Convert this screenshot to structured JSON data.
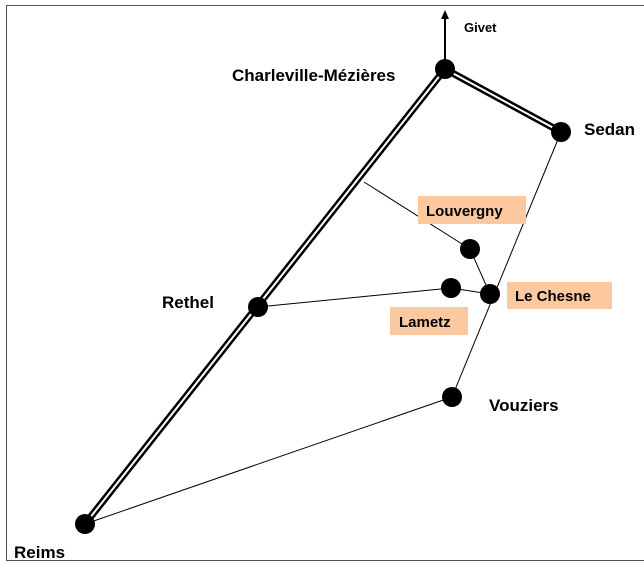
{
  "map": {
    "colors": {
      "background": "#ffffff",
      "road": "#000000",
      "highlight_box": "#fbc8a0",
      "node": "#000000"
    },
    "labels": {
      "givet": "Givet",
      "charleville": "Charleville-Mézières",
      "sedan": "Sedan",
      "louvergny": "Louvergny",
      "le_chesne": "Le Chesne",
      "rethel": "Rethel",
      "lametz": "Lametz",
      "vouziers": "Vouziers",
      "reims": "Reims"
    }
  }
}
